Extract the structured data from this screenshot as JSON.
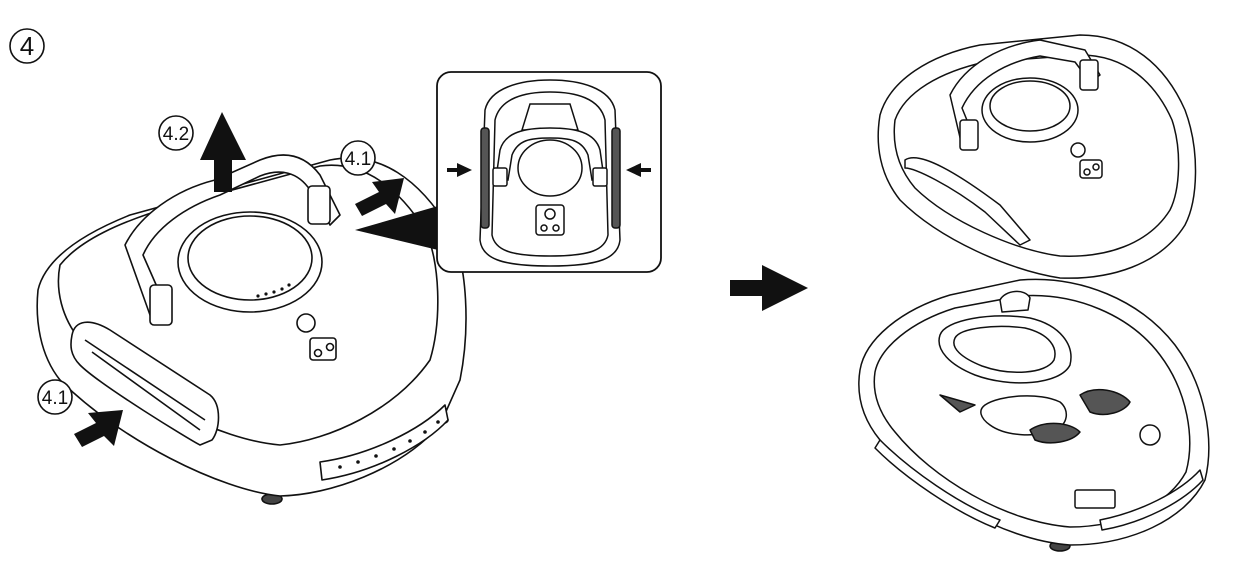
{
  "step": {
    "number": "4"
  },
  "callouts": {
    "lift": "4.2",
    "press_top": "4.1",
    "press_side": "4.1"
  },
  "icons": {
    "lift": "arrow-up-icon",
    "press": "arrow-diagonal-icon",
    "next": "arrow-right-icon"
  },
  "colors": {
    "ink": "#111111",
    "paper": "#ffffff",
    "shade": "#555555"
  }
}
